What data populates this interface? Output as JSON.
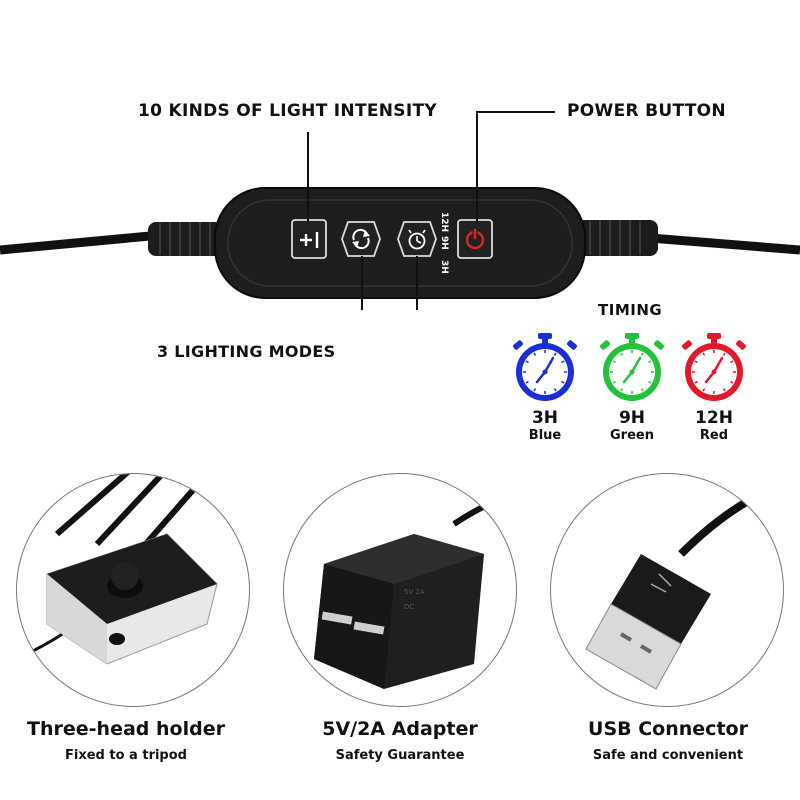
{
  "callouts": {
    "intensity": "10 KINDS OF LIGHT INTENSITY",
    "power": "POWER BUTTON",
    "modes": "3 LIGHTING MODES"
  },
  "controller": {
    "timer_labels": [
      "12H",
      "9H",
      "3H"
    ]
  },
  "timing": {
    "title": "TIMING",
    "items": [
      {
        "hours": "3H",
        "color_name": "Blue",
        "color": "#1a2fd6"
      },
      {
        "hours": "9H",
        "color_name": "Green",
        "color": "#22c23a"
      },
      {
        "hours": "12H",
        "color_name": "Red",
        "color": "#e01a2a"
      }
    ]
  },
  "features": [
    {
      "title": "Three-head holder",
      "subtitle": "Fixed to a tripod"
    },
    {
      "title": "5V/2A  Adapter",
      "subtitle": "Safety Guarantee"
    },
    {
      "title": "USB Connector",
      "subtitle": "Safe and convenient"
    }
  ]
}
